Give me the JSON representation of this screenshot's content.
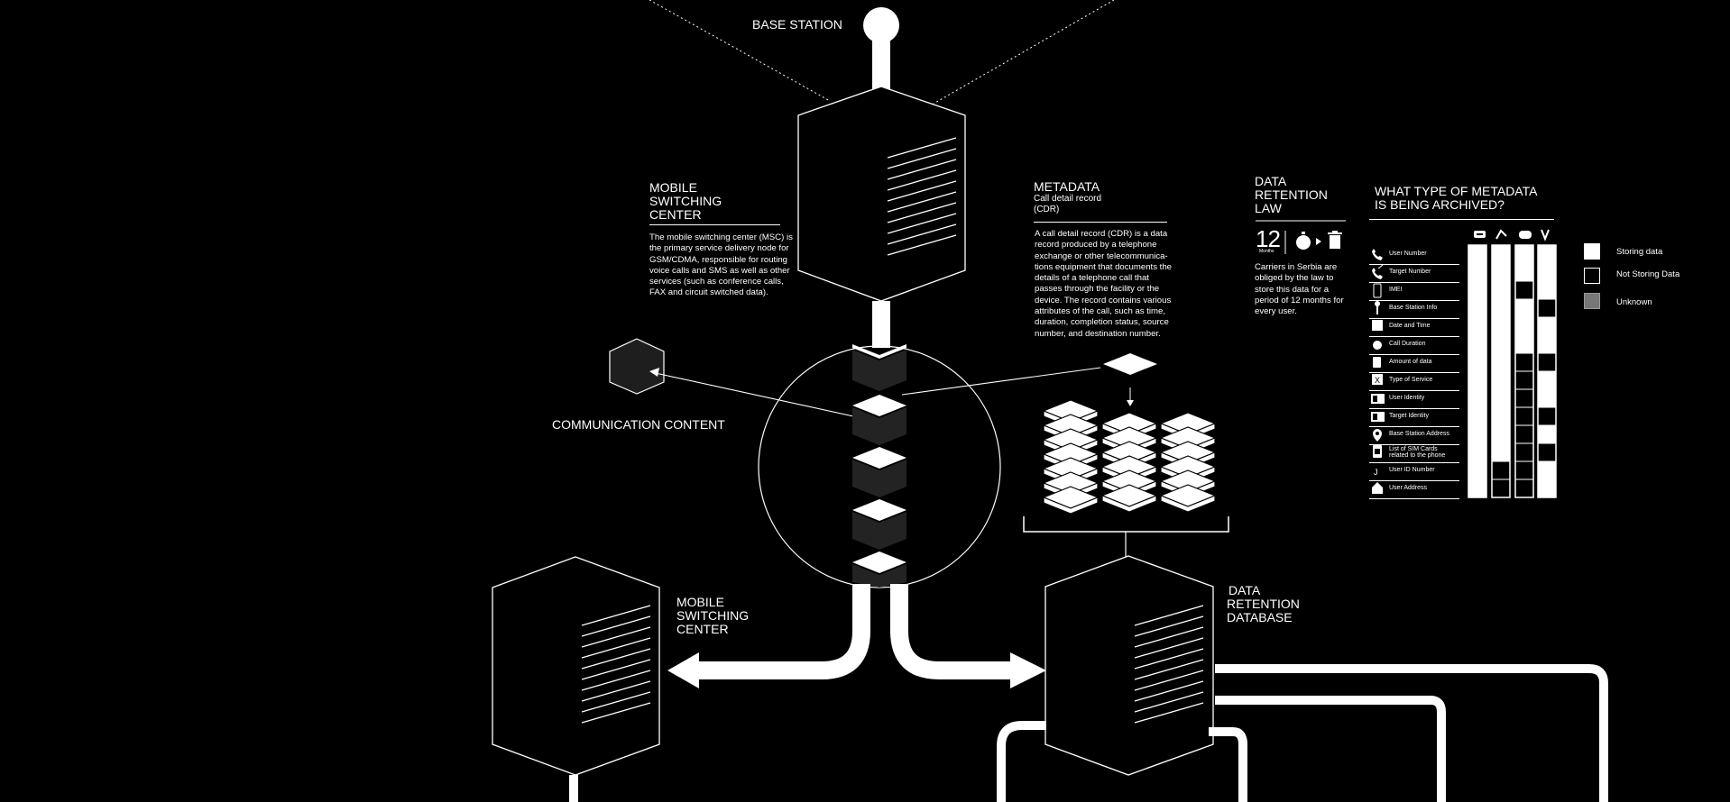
{
  "labels": {
    "base_station": "BASE STATION",
    "msc_top": [
      "MOBILE",
      "SWITCHING",
      "CENTER"
    ],
    "msc_bottom": [
      "MOBILE",
      "SWITCHING",
      "CENTER"
    ],
    "communication_content": "COMMUNICATION CONTENT",
    "metadata": "METADATA",
    "metadata_sub1": "Call detail record",
    "metadata_sub2": "(CDR)",
    "data_retention_law": [
      "DATA",
      "RETENTION",
      "LAW"
    ],
    "data_retention_db": [
      "DATA",
      "RETENTION",
      "DATABASE"
    ],
    "archive_title": [
      "WHAT TYPE OF METADATA",
      "IS BEING ARCHIVED?"
    ]
  },
  "descriptions": {
    "msc": [
      "The mobile switching center (MSC) is",
      "the primary service delivery node for",
      "GSM/CDMA, responsible for routing",
      "voice calls and SMS as well as other",
      "services (such as conference calls,",
      "FAX and circuit switched data)."
    ],
    "cdr": [
      "A call detail record (CDR) is a data",
      "record produced by a telephone",
      "exchange or other telecommunica-",
      "tions equipment that documents the",
      "details of a telephone call that",
      "passes through the facility or the",
      "device. The record contains various",
      "attributes of the call, such as time,",
      "duration, completion status, source",
      "number, and destination number."
    ],
    "law": [
      "Carriers in Serbia are",
      "obliged by the law to",
      "store this data for a",
      "period of 12 months for",
      "every user."
    ]
  },
  "retention": {
    "number": "12",
    "unit": "Months"
  },
  "legend": [
    {
      "label": "Storing data",
      "state": "store",
      "color": "#ffffff"
    },
    {
      "label": "Not Storing Data",
      "state": "none",
      "color": "#000000"
    },
    {
      "label": "Unknown",
      "state": "unknown",
      "color": "#777777"
    }
  ],
  "operator_icons": [
    "operator-a-icon",
    "operator-b-icon",
    "operator-c-icon",
    "operator-d-icon"
  ],
  "metadata_types": [
    {
      "label": "User Number",
      "icon": "phone-icon",
      "states": [
        "store",
        "store",
        "store",
        "store"
      ]
    },
    {
      "label": "Target Number",
      "icon": "phone-out-icon",
      "states": [
        "store",
        "store",
        "store",
        "store"
      ]
    },
    {
      "label": "IMEI",
      "icon": "mobile-device-icon",
      "states": [
        "store",
        "store",
        "none",
        "store"
      ]
    },
    {
      "label": "Base Station Info",
      "icon": "antenna-icon",
      "states": [
        "store",
        "store",
        "store",
        "none"
      ]
    },
    {
      "label": "Date and Time",
      "icon": "calendar-icon",
      "states": [
        "store",
        "store",
        "store",
        "store"
      ]
    },
    {
      "label": "Call Duration",
      "icon": "stopwatch-icon",
      "states": [
        "store",
        "store",
        "store",
        "store"
      ]
    },
    {
      "label": "Amount of data",
      "icon": "data-icon",
      "states": [
        "store",
        "store",
        "none",
        "none"
      ]
    },
    {
      "label": "Type of Service",
      "icon": "service-icon",
      "states": [
        "store",
        "store",
        "none",
        "store"
      ]
    },
    {
      "label": "User Identity",
      "icon": "id-card-icon",
      "states": [
        "store",
        "store",
        "none",
        "store"
      ]
    },
    {
      "label": "Target Identity",
      "icon": "id-card-icon",
      "states": [
        "store",
        "store",
        "none",
        "none"
      ]
    },
    {
      "label": "Base Station Address",
      "icon": "location-pin-icon",
      "states": [
        "store",
        "store",
        "none",
        "store"
      ]
    },
    {
      "label": "List of SIM Cards related to the phone",
      "label_lines": [
        "List of SIM Cards",
        "related to the phone"
      ],
      "icon": "sim-card-icon",
      "states": [
        "store",
        "store",
        "none",
        "none"
      ]
    },
    {
      "label": "User ID Number",
      "icon": "id-number-icon",
      "states": [
        "store",
        "none",
        "none",
        "store"
      ]
    },
    {
      "label": "User Address",
      "icon": "home-icon",
      "states": [
        "store",
        "none",
        "none",
        "store"
      ]
    }
  ]
}
